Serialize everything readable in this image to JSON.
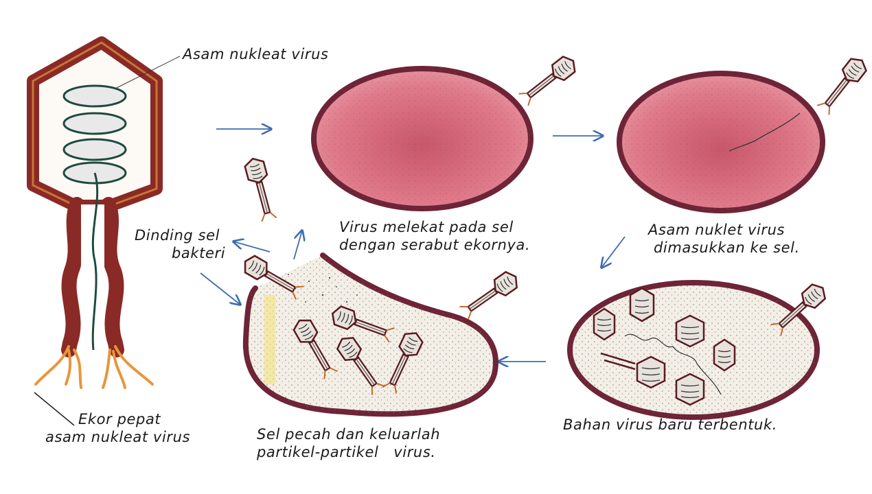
{
  "labels": {
    "nucleic_acid": "Asam nukleat virus",
    "tail": [
      "Ekor pepat",
      "asam nukleat virus"
    ],
    "cell_wall": [
      "Dinding sel",
      "bakteri"
    ],
    "step1": [
      "Virus melekat pada sel",
      "dengan serabut ekornya."
    ],
    "step2": [
      "Asam nuklet virus",
      "dimasukkan ke sel."
    ],
    "step3": "Bahan virus baru terbentuk.",
    "step4": [
      "Sel pecah dan keluarlah",
      "partikel-partikel   virus."
    ]
  },
  "colors": {
    "cell_fill": "#e07a8a",
    "cell_border": "#6e2436",
    "open_cell_fill": "#f3efe6",
    "phage_head": "#e8e2dc",
    "phage_outline": "#5a1a20",
    "capsid_wall": "#8a2a26",
    "tail_fiber": "#e8963a",
    "arrow": "#3c6cb0",
    "text": "#1a1a1a"
  }
}
